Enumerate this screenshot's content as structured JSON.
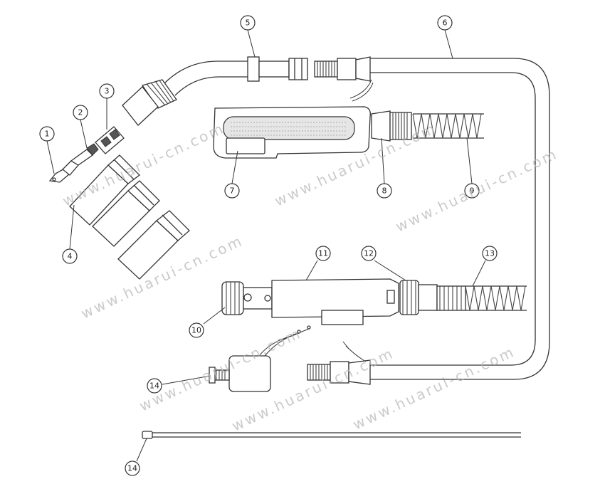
{
  "callouts": [
    "1",
    "2",
    "3",
    "4",
    "5",
    "6",
    "7",
    "8",
    "9",
    "10",
    "11",
    "12",
    "13",
    "14",
    "14"
  ],
  "watermark": "www.huarui-cn.com",
  "colors": {
    "line": "#333333",
    "watermark": "#b9b9b9",
    "background": "#ffffff"
  }
}
